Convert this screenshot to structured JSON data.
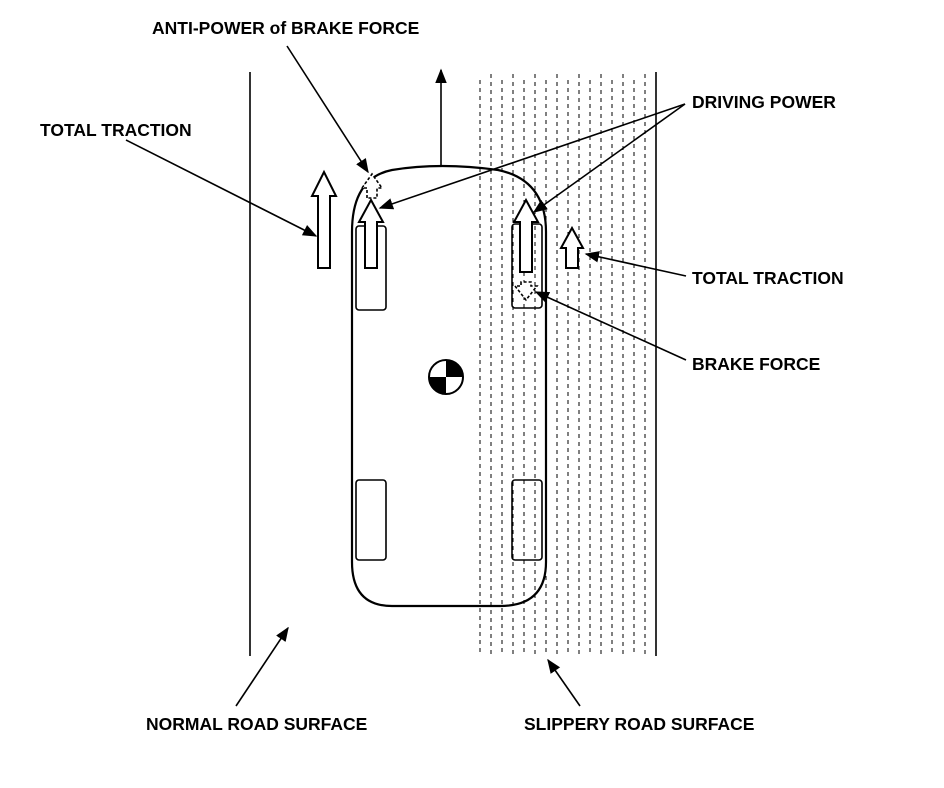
{
  "labels": {
    "anti_power": "ANTI-POWER of BRAKE FORCE",
    "total_traction_left": "TOTAL TRACTION",
    "driving_power": "DRIVING POWER",
    "total_traction_right": "TOTAL TRACTION",
    "brake_force": "BRAKE FORCE",
    "normal_road": "NORMAL ROAD SURFACE",
    "slippery_road": "SLIPPERY ROAD SURFACE"
  },
  "colors": {
    "ink": "#000000",
    "paper": "#ffffff"
  }
}
